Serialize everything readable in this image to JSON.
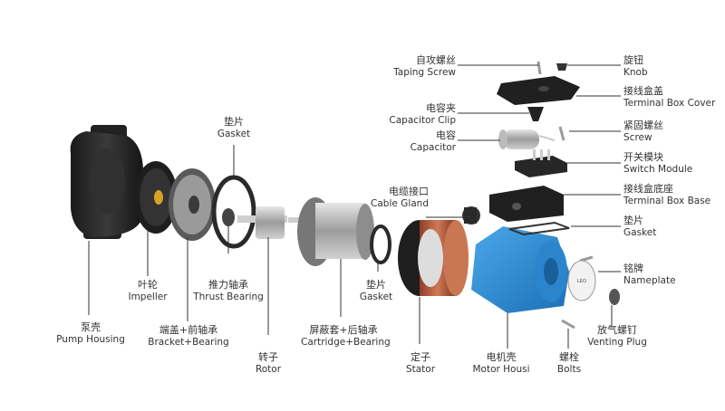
{
  "labels": {
    "pump_housing": {
      "zh": "泵壳",
      "en": "Pump Housing"
    },
    "impeller": {
      "zh": "叶轮",
      "en": "Impeller"
    },
    "bracket_bearing": {
      "zh": "端盖+前轴承",
      "en": "Bracket+Bearing"
    },
    "gasket_top": {
      "zh": "垫片",
      "en": "Gasket"
    },
    "thrust_bearing": {
      "zh": "推力轴承",
      "en": "Thrust Bearing"
    },
    "rotor": {
      "zh": "转子",
      "en": "Rotor"
    },
    "cartridge_bearing": {
      "zh": "屏蔽套+后轴承",
      "en": "Cartridge+Bearing"
    },
    "gasket_mid": {
      "zh": "垫片",
      "en": "Gasket"
    },
    "stator": {
      "zh": "定子",
      "en": "Stator"
    },
    "motor_housing": {
      "zh": "电机壳",
      "en": "Motor Housi"
    },
    "bolts": {
      "zh": "螺栓",
      "en": "Bolts"
    },
    "venting_plug": {
      "zh": "放气螺钉",
      "en": "Venting Plug"
    },
    "nameplate": {
      "zh": "铭牌",
      "en": "Nameplate"
    },
    "gasket_right": {
      "zh": "垫片",
      "en": "Gasket"
    },
    "terminal_box_base": {
      "zh": "接线盒底座",
      "en": "Terminal Box Base"
    },
    "switch_module": {
      "zh": "开关模块",
      "en": "Switch Module"
    },
    "screw": {
      "zh": "紧固螺丝",
      "en": "Screw"
    },
    "terminal_box_cover": {
      "zh": "接线盒盖",
      "en": "Terminal Box Cover"
    },
    "knob": {
      "zh": "旋钮",
      "en": "Knob"
    },
    "taping_screw": {
      "zh": "自攻螺丝",
      "en": "Taping Screw"
    },
    "capacitor_clip": {
      "zh": "电容夹",
      "en": "Capacitor Clip"
    },
    "capacitor": {
      "zh": "电容",
      "en": "Capacitor"
    },
    "cable_gland": {
      "zh": "电缆接口",
      "en": "Cable Gland"
    }
  },
  "colors": {
    "motor_blue": "#2f8fd6",
    "stator_copper": "#b65a3a",
    "dark_part": "#2b2b2b",
    "metal": "#a9a9a9",
    "leader_line": "#333333"
  }
}
